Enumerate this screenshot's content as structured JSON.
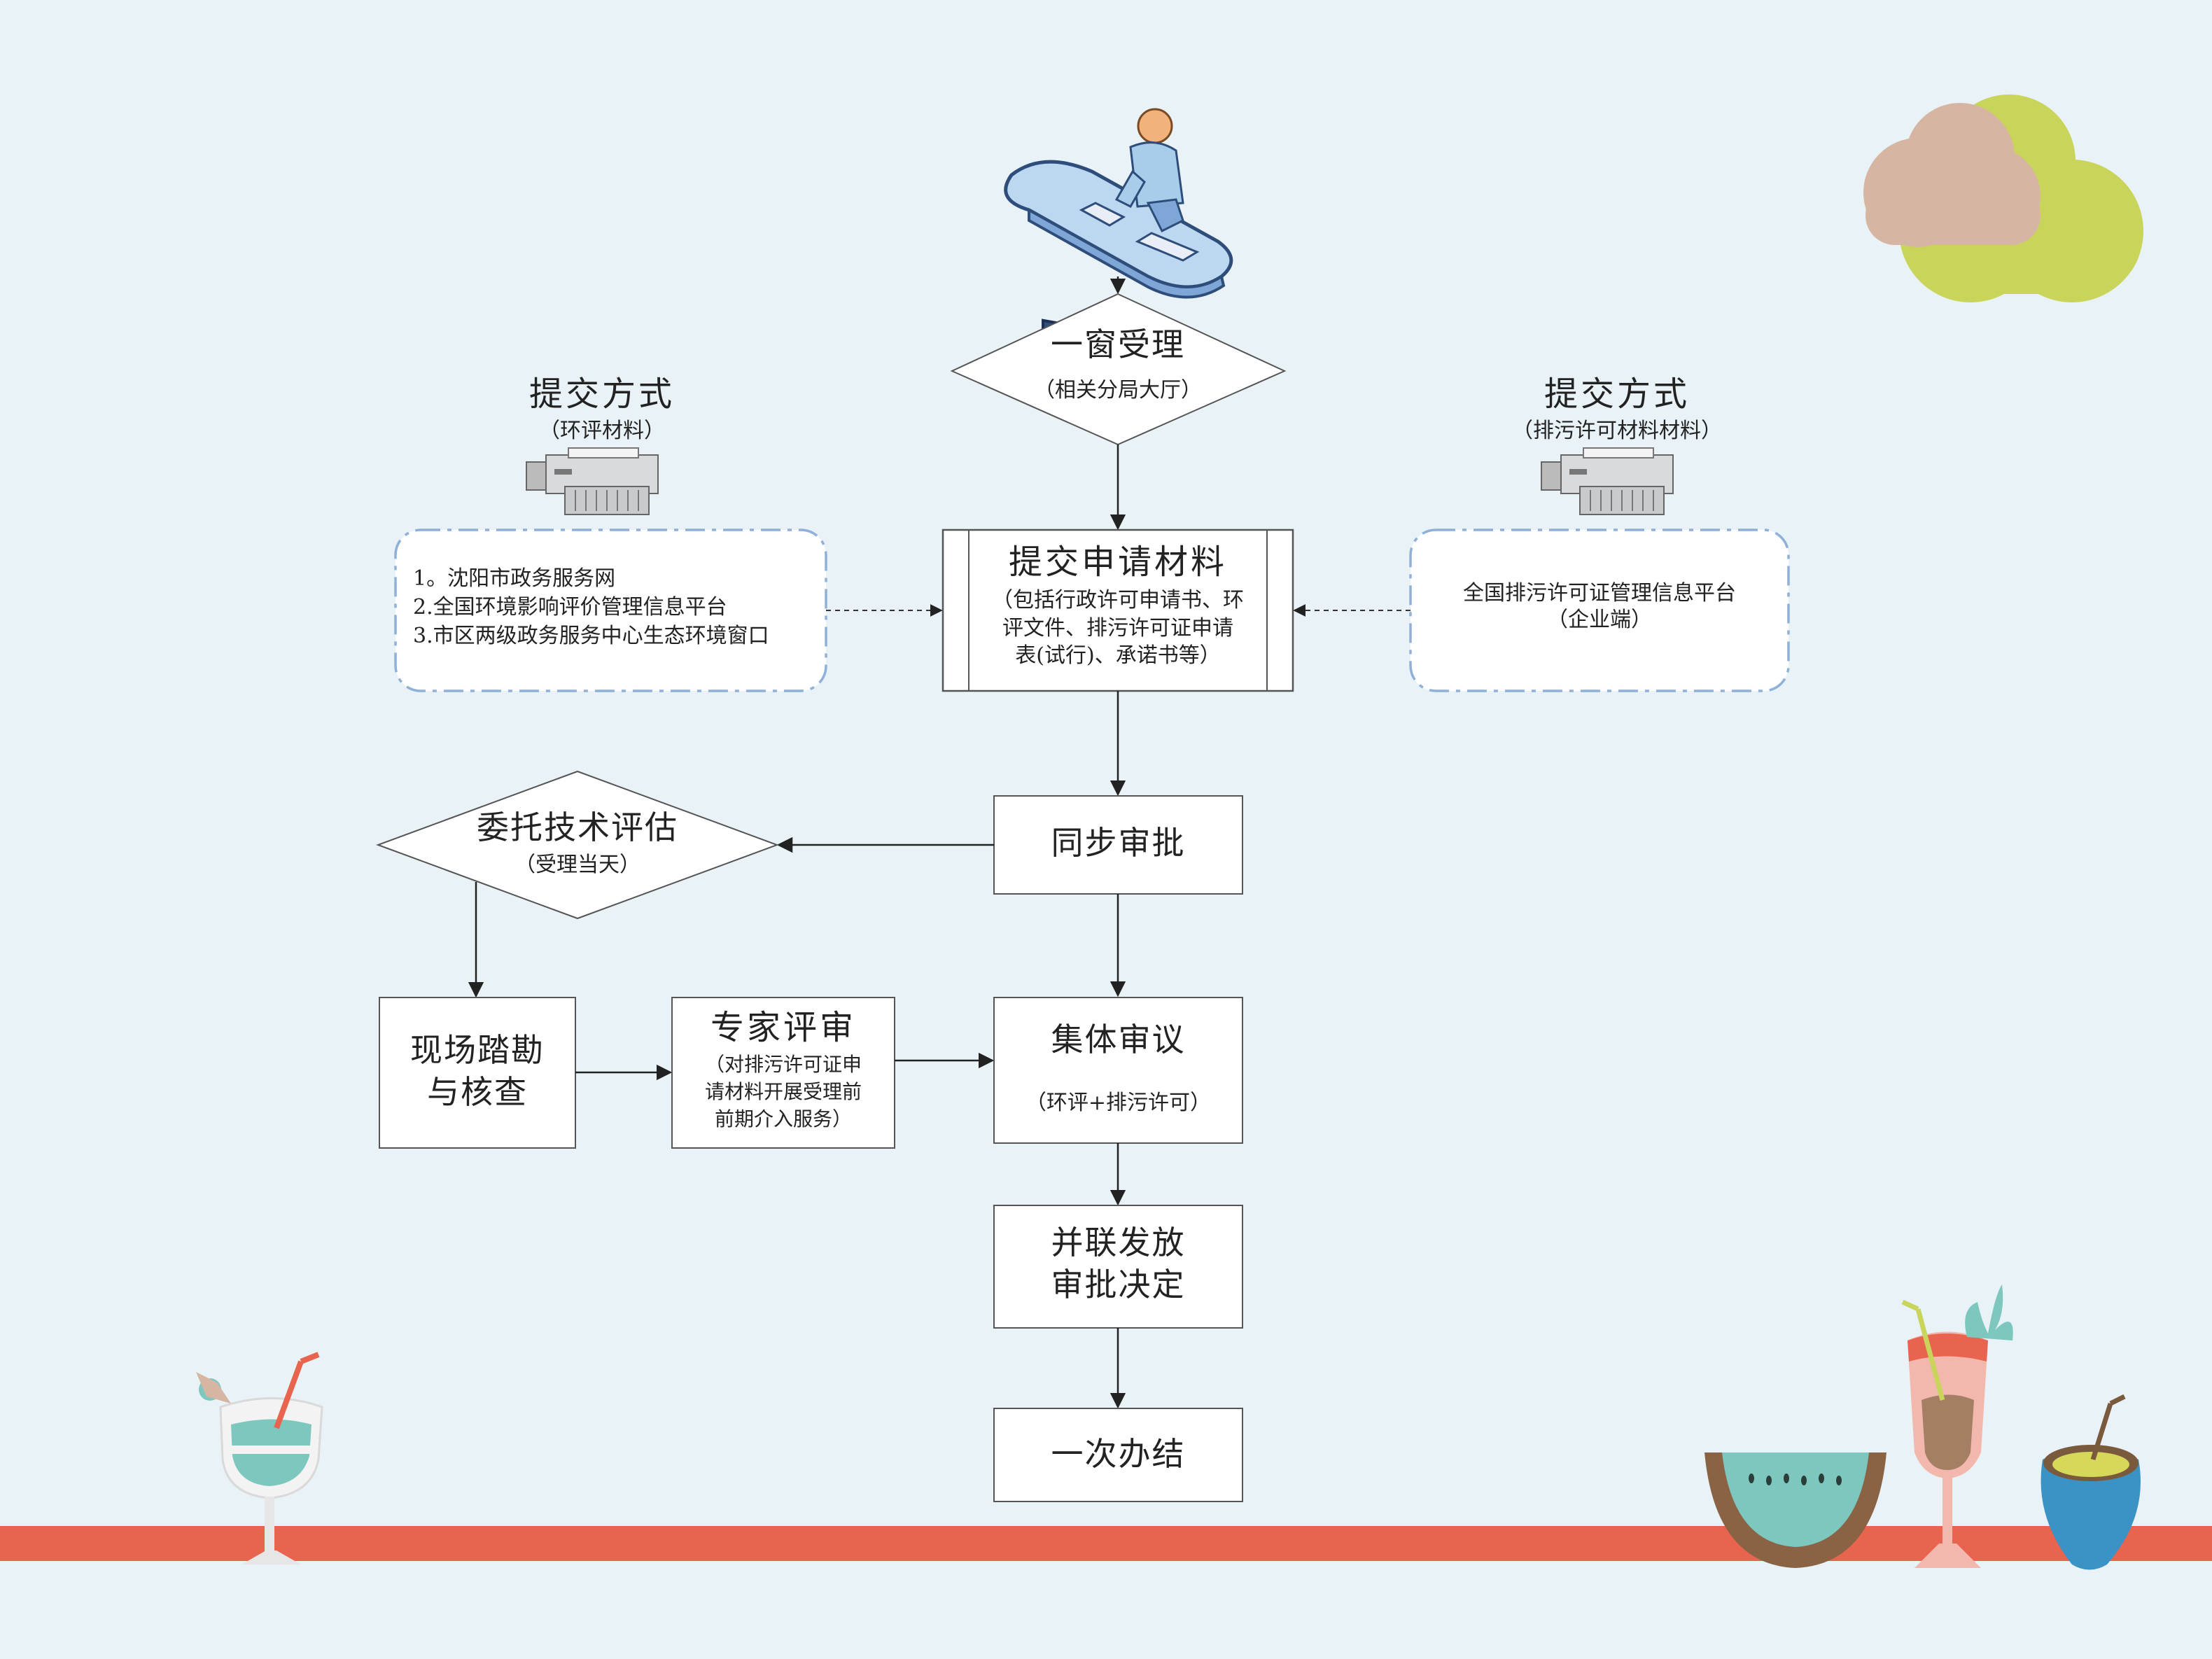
{
  "colors": {
    "background": "#e9f2f6",
    "node_fill": "#ffffff",
    "node_stroke": "#555555",
    "dashed_stroke": "#8fb0d8",
    "floor_stripe": "#e8644e",
    "cloud_green": "#c9d45a",
    "cloud_tan": "#d6b6a2"
  },
  "flow": {
    "start_icon": "person-at-computer-icon",
    "window": {
      "title": "一窗受理",
      "sub": "（相关分局大厅）"
    },
    "submit": {
      "title": "提交申请材料",
      "desc": [
        "（包括行政许可申请书、环",
        "评文件、排污许可证申请",
        "表(试行)、承诺书等）"
      ]
    },
    "left_method": {
      "title": "提交方式",
      "sub": "（环评材料）",
      "icon": "fax-machine-icon",
      "channels": [
        "1。沈阳市政务服务网",
        "2.全国环境影响评价管理信息平台",
        "3.市区两级政务服务中心生态环境窗口"
      ]
    },
    "right_method": {
      "title": "提交方式",
      "sub": "（排污许可材料材料）",
      "icon": "fax-machine-icon",
      "channels": [
        "全国排污许可证管理信息平台",
        "（企业端）"
      ]
    },
    "sync": {
      "title": "同步审批"
    },
    "entrust": {
      "title": "委托技术评估",
      "sub": "（受理当天）"
    },
    "site": {
      "lines": [
        "现场踏勘",
        "与核查"
      ]
    },
    "expert": {
      "title": "专家评审",
      "desc": [
        "（对排污许可证申",
        "请材料开展受理前",
        "前期介入服务）"
      ]
    },
    "collective": {
      "title": "集体审议",
      "sub": "（环评+排污许可）"
    },
    "parallel": {
      "lines": [
        "并联发放",
        "审批决定"
      ]
    },
    "final": {
      "title": "一次办结"
    }
  },
  "decor": {
    "icons": [
      "cloud-icon",
      "cocktail-glass-icon",
      "watermelon-slice-icon",
      "fruit-cocktail-icon",
      "coconut-drink-icon"
    ]
  }
}
